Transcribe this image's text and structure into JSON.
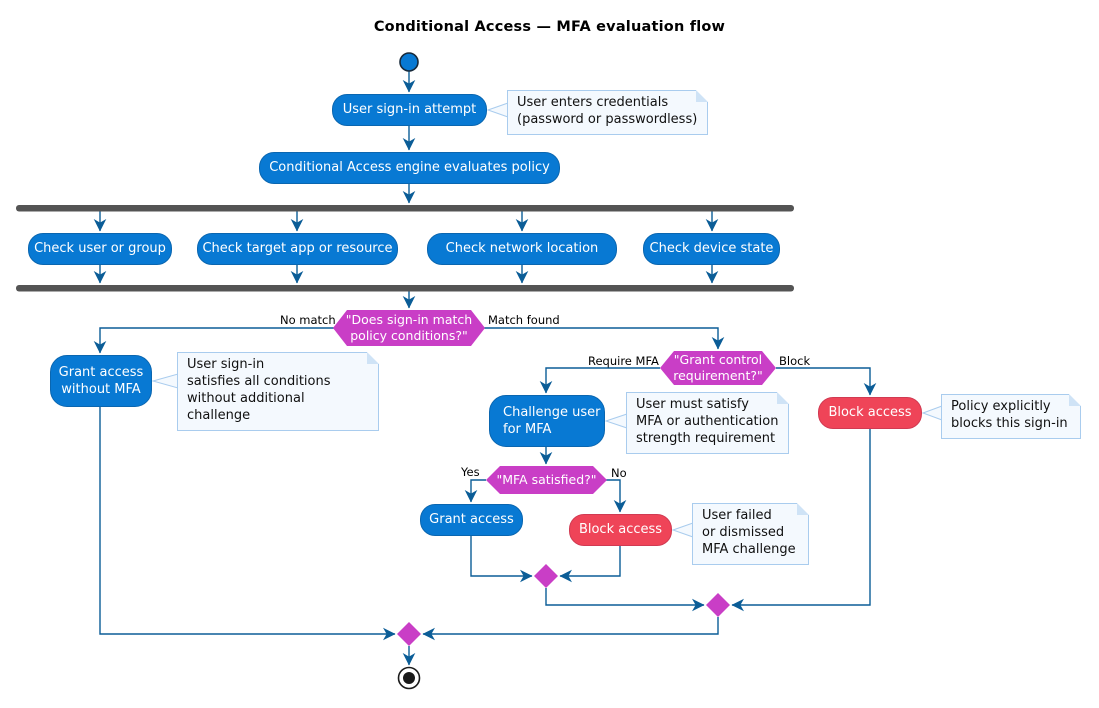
{
  "title": "Conditional Access — MFA evaluation flow",
  "colors": {
    "activity_blue": "#0879D3",
    "decision_magenta": "#C93EC6",
    "block_red": "#EF4458",
    "connector_blue": "#0B5D97",
    "fork_bar_gray": "#545454",
    "note_background": "#F4F9FE",
    "note_border": "#A9CCEE"
  },
  "nodes": {
    "sign_in": "User sign-in attempt",
    "engine": "Conditional Access engine evaluates policy",
    "check_user": "Check user or group",
    "check_app": "Check target app or resource",
    "check_network": "Check network location",
    "check_device": "Check device state",
    "decision_match": "\"Does sign-in match\npolicy conditions?\"",
    "grant_without_mfa": "Grant access\nwithout MFA",
    "decision_grant_control": "\"Grant control\nrequirement?\"",
    "challenge_mfa": "Challenge user\nfor MFA",
    "block_policy": "Block access",
    "decision_mfa": "\"MFA satisfied?\"",
    "grant_access": "Grant access",
    "block_mfa": "Block access"
  },
  "edge_labels": {
    "no_match": "No match",
    "match_found": "Match found",
    "require_mfa": "Require MFA",
    "block": "Block",
    "yes": "Yes",
    "no": "No"
  },
  "notes": {
    "credentials": "User enters credentials\n(password or passwordless)",
    "grant_reason": "User sign-in\nsatisfies all conditions\nwithout additional challenge",
    "mfa_requirement": "User must satisfy\nMFA or authentication\nstrength requirement",
    "block_reason": "Policy explicitly\nblocks this sign-in",
    "mfa_failed": "User failed\nor dismissed\nMFA challenge"
  }
}
